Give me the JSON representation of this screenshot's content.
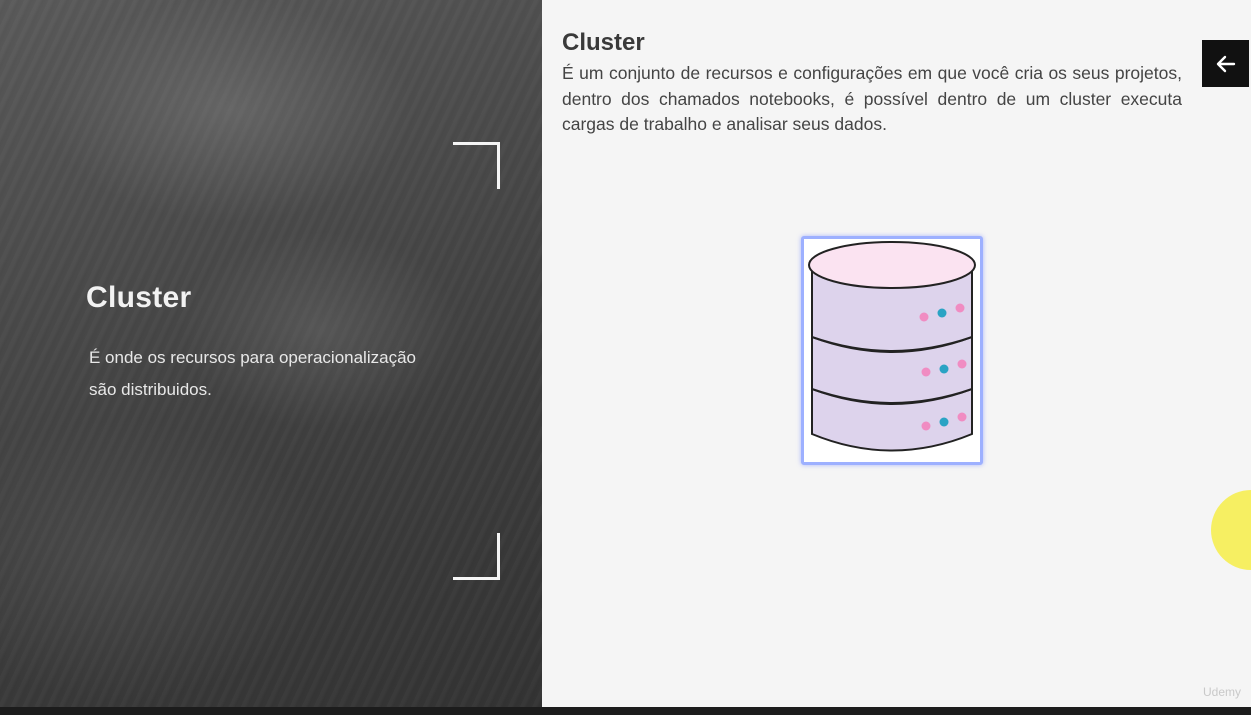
{
  "left": {
    "title": "Cluster",
    "description": "É onde os recursos para operacionalização são distribuidos."
  },
  "right": {
    "title": "Cluster",
    "description": "É um conjunto de recursos e configurações em que você cria os seus projetos, dentro dos chamados notebooks, é possível dentro de um cluster executa cargas de trabalho e analisar seus dados."
  },
  "nav": {
    "icon": "arrow-left-icon"
  },
  "illustration": {
    "icon": "database-server-icon",
    "dot_colors": [
      "#f08cc2",
      "#2aa3c4",
      "#f08cc2"
    ]
  },
  "watermark": "Udemy",
  "colors": {
    "left_bg": "#4a4a4a",
    "right_bg": "#f5f5f5",
    "accent_highlight": "#f5ee5a",
    "frame_border": "#9db0ff"
  }
}
